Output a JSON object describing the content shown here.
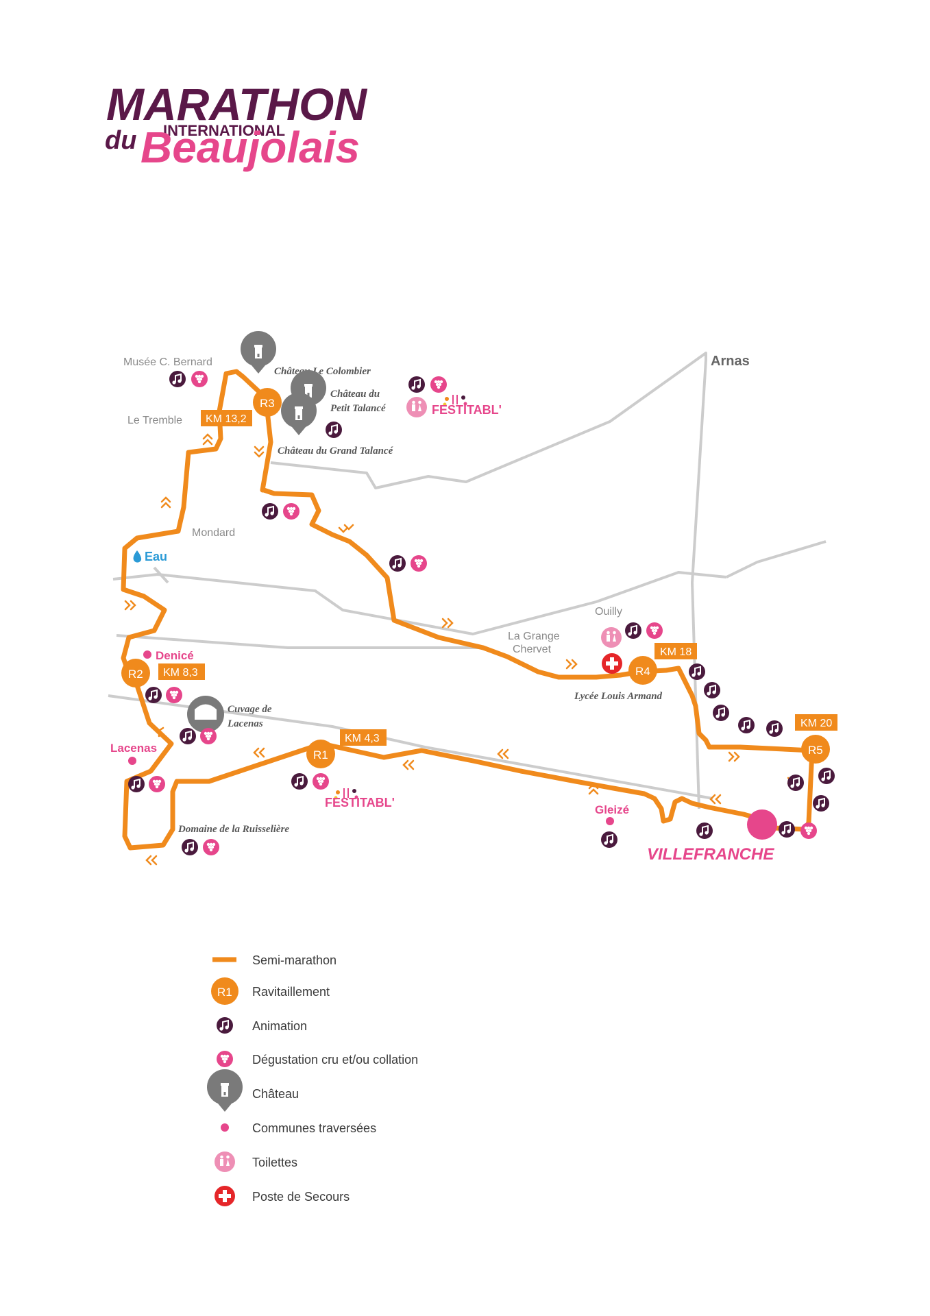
{
  "logo": {
    "line1": "MARATHON",
    "line2": "INTERNATIONAL",
    "line3a": "du",
    "line3b": "Beaujolais"
  },
  "map": {
    "places": {
      "musee": "Musée C. Bernard",
      "tremble": "Le Tremble",
      "mondard": "Mondard",
      "ouilly": "Ouilly",
      "grange1": "La Grange",
      "grange2": "Chervet",
      "arnas": "Arnas",
      "lycee": "Lycée Louis Armand"
    },
    "chateaux": {
      "colombier": "Château Le Colombier",
      "petit1": "Château du",
      "petit2": "Petit Talancé",
      "grand": "Château du Grand Talancé",
      "cuvage1": "Cuvage de",
      "cuvage2": "Lacenas",
      "ruisseliere": "Domaine de la Ruisselière"
    },
    "communes": {
      "denice": "Denicé",
      "lacenas": "Lacenas",
      "gleize": "Gleizé",
      "villefranche": "VILLEFRANCHE"
    },
    "water": "Eau",
    "festi": "FESTITABL'",
    "km": {
      "k132": "KM 13,2",
      "k83": "KM 8,3",
      "k43": "KM 4,3",
      "k18": "KM 18",
      "k20": "KM 20"
    },
    "rav": {
      "r1": "R1",
      "r2": "R2",
      "r3": "R3",
      "r4": "R4",
      "r5": "R5"
    },
    "colors": {
      "route": "#f08a1c",
      "road": "#cccccc",
      "animation": "#4a1a3d",
      "tasting": "#e6468b",
      "chateau": "#7a7a7a",
      "commune": "#e6468b",
      "toilets": "#ee8fb5",
      "first_aid": "#e52629",
      "water": "#2a9ad6"
    }
  },
  "legend": {
    "items": [
      {
        "icon": "route-line-icon",
        "label": "Semi-marathon"
      },
      {
        "icon": "ravitaillement-icon",
        "label": "Ravitaillement",
        "badge": "R1"
      },
      {
        "icon": "music-note-icon",
        "label": "Animation"
      },
      {
        "icon": "grape-icon",
        "label": "Dégustation cru et/ou collation"
      },
      {
        "icon": "chateau-pin-icon",
        "label": "Château"
      },
      {
        "icon": "commune-dot-icon",
        "label": "Communes traversées"
      },
      {
        "icon": "toilets-icon",
        "label": "Toilettes"
      },
      {
        "icon": "first-aid-icon",
        "label": "Poste de Secours"
      }
    ]
  }
}
